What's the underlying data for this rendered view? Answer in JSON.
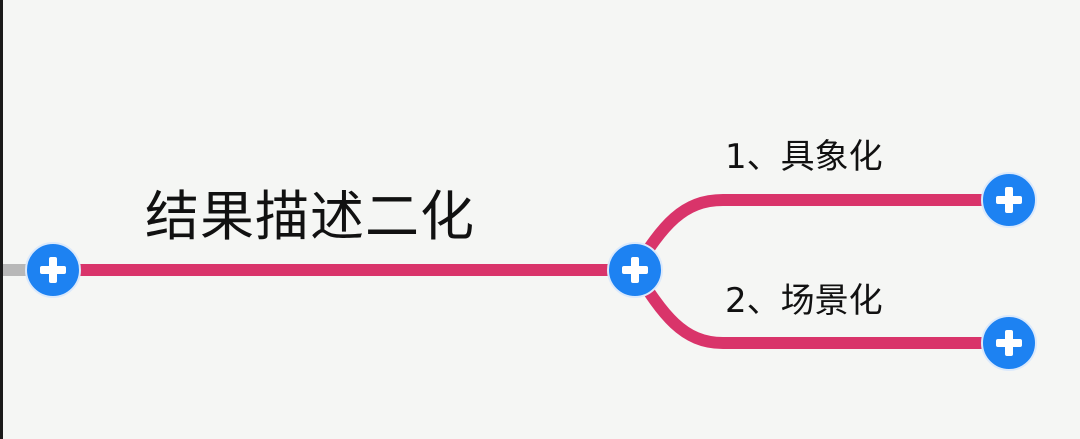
{
  "mindmap": {
    "root_topic": {
      "label": "结果描述二化",
      "expand_icon": "plus-circle-icon"
    },
    "branches": [
      {
        "label": "1、具象化",
        "expand_icon": "plus-circle-icon"
      },
      {
        "label": "2、场景化",
        "expand_icon": "plus-circle-icon"
      }
    ],
    "colors": {
      "branch_line": "#d9346a",
      "parent_connector": "#b8b8b8",
      "expand_button": "#1d82f2",
      "background": "#f5f6f4"
    }
  }
}
